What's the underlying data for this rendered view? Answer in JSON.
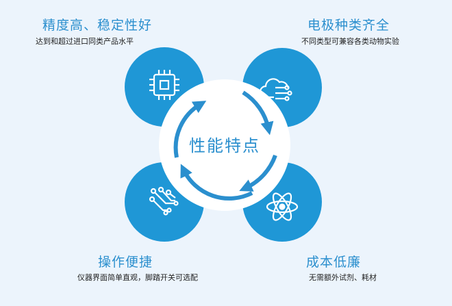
{
  "features": [
    {
      "title": "精度高、稳定性好",
      "desc": "达到和超过进口同类产品水平",
      "icon": "chip-icon"
    },
    {
      "title": "电极种类齐全",
      "desc": "不同类型可兼容各类动物实验",
      "icon": "cloud-network-icon"
    },
    {
      "title": "操作便捷",
      "desc": "仪器界面简单直观，脚踏开关可选配",
      "icon": "circuit-icon"
    },
    {
      "title": "成本低廉",
      "desc": "无需额外试剂、耗材",
      "icon": "atom-icon"
    }
  ],
  "center": {
    "label": "性能特点"
  },
  "colors": {
    "accent": "#2b8fce",
    "background": "#ecf4fc",
    "circle": "#1f97d6"
  }
}
